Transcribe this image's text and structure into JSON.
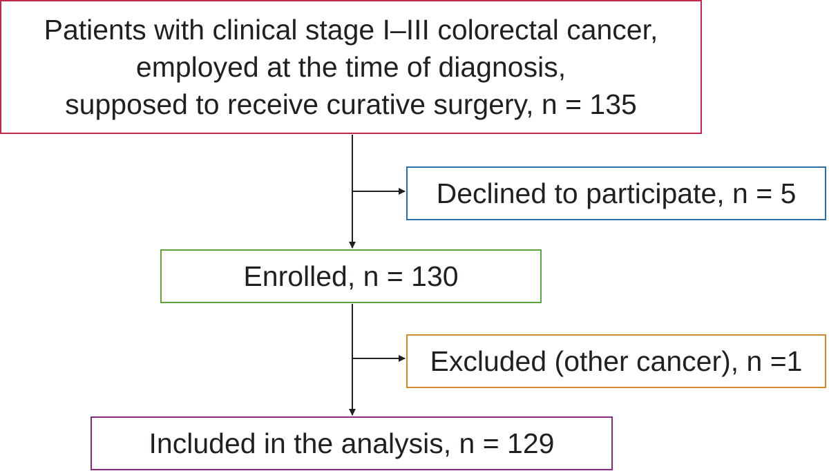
{
  "flowchart": {
    "screened": {
      "lines": [
        "Patients with clinical stage I–III colorectal cancer,",
        "employed at the time of diagnosis,",
        "supposed to receive curative surgery, n = 135"
      ]
    },
    "declined": {
      "label": "Declined to participate, n = 5"
    },
    "enrolled": {
      "label": "Enrolled, n = 130"
    },
    "excluded": {
      "label": "Excluded (other cancer), n =1"
    },
    "included": {
      "label": "Included in the analysis, n = 129"
    }
  },
  "colors": {
    "screened_border": "#c8254a",
    "declined_border": "#2a6fb1",
    "enrolled_border": "#5aa83a",
    "excluded_border": "#d48a2a",
    "included_border": "#8a2a82",
    "connector": "#231f20"
  }
}
